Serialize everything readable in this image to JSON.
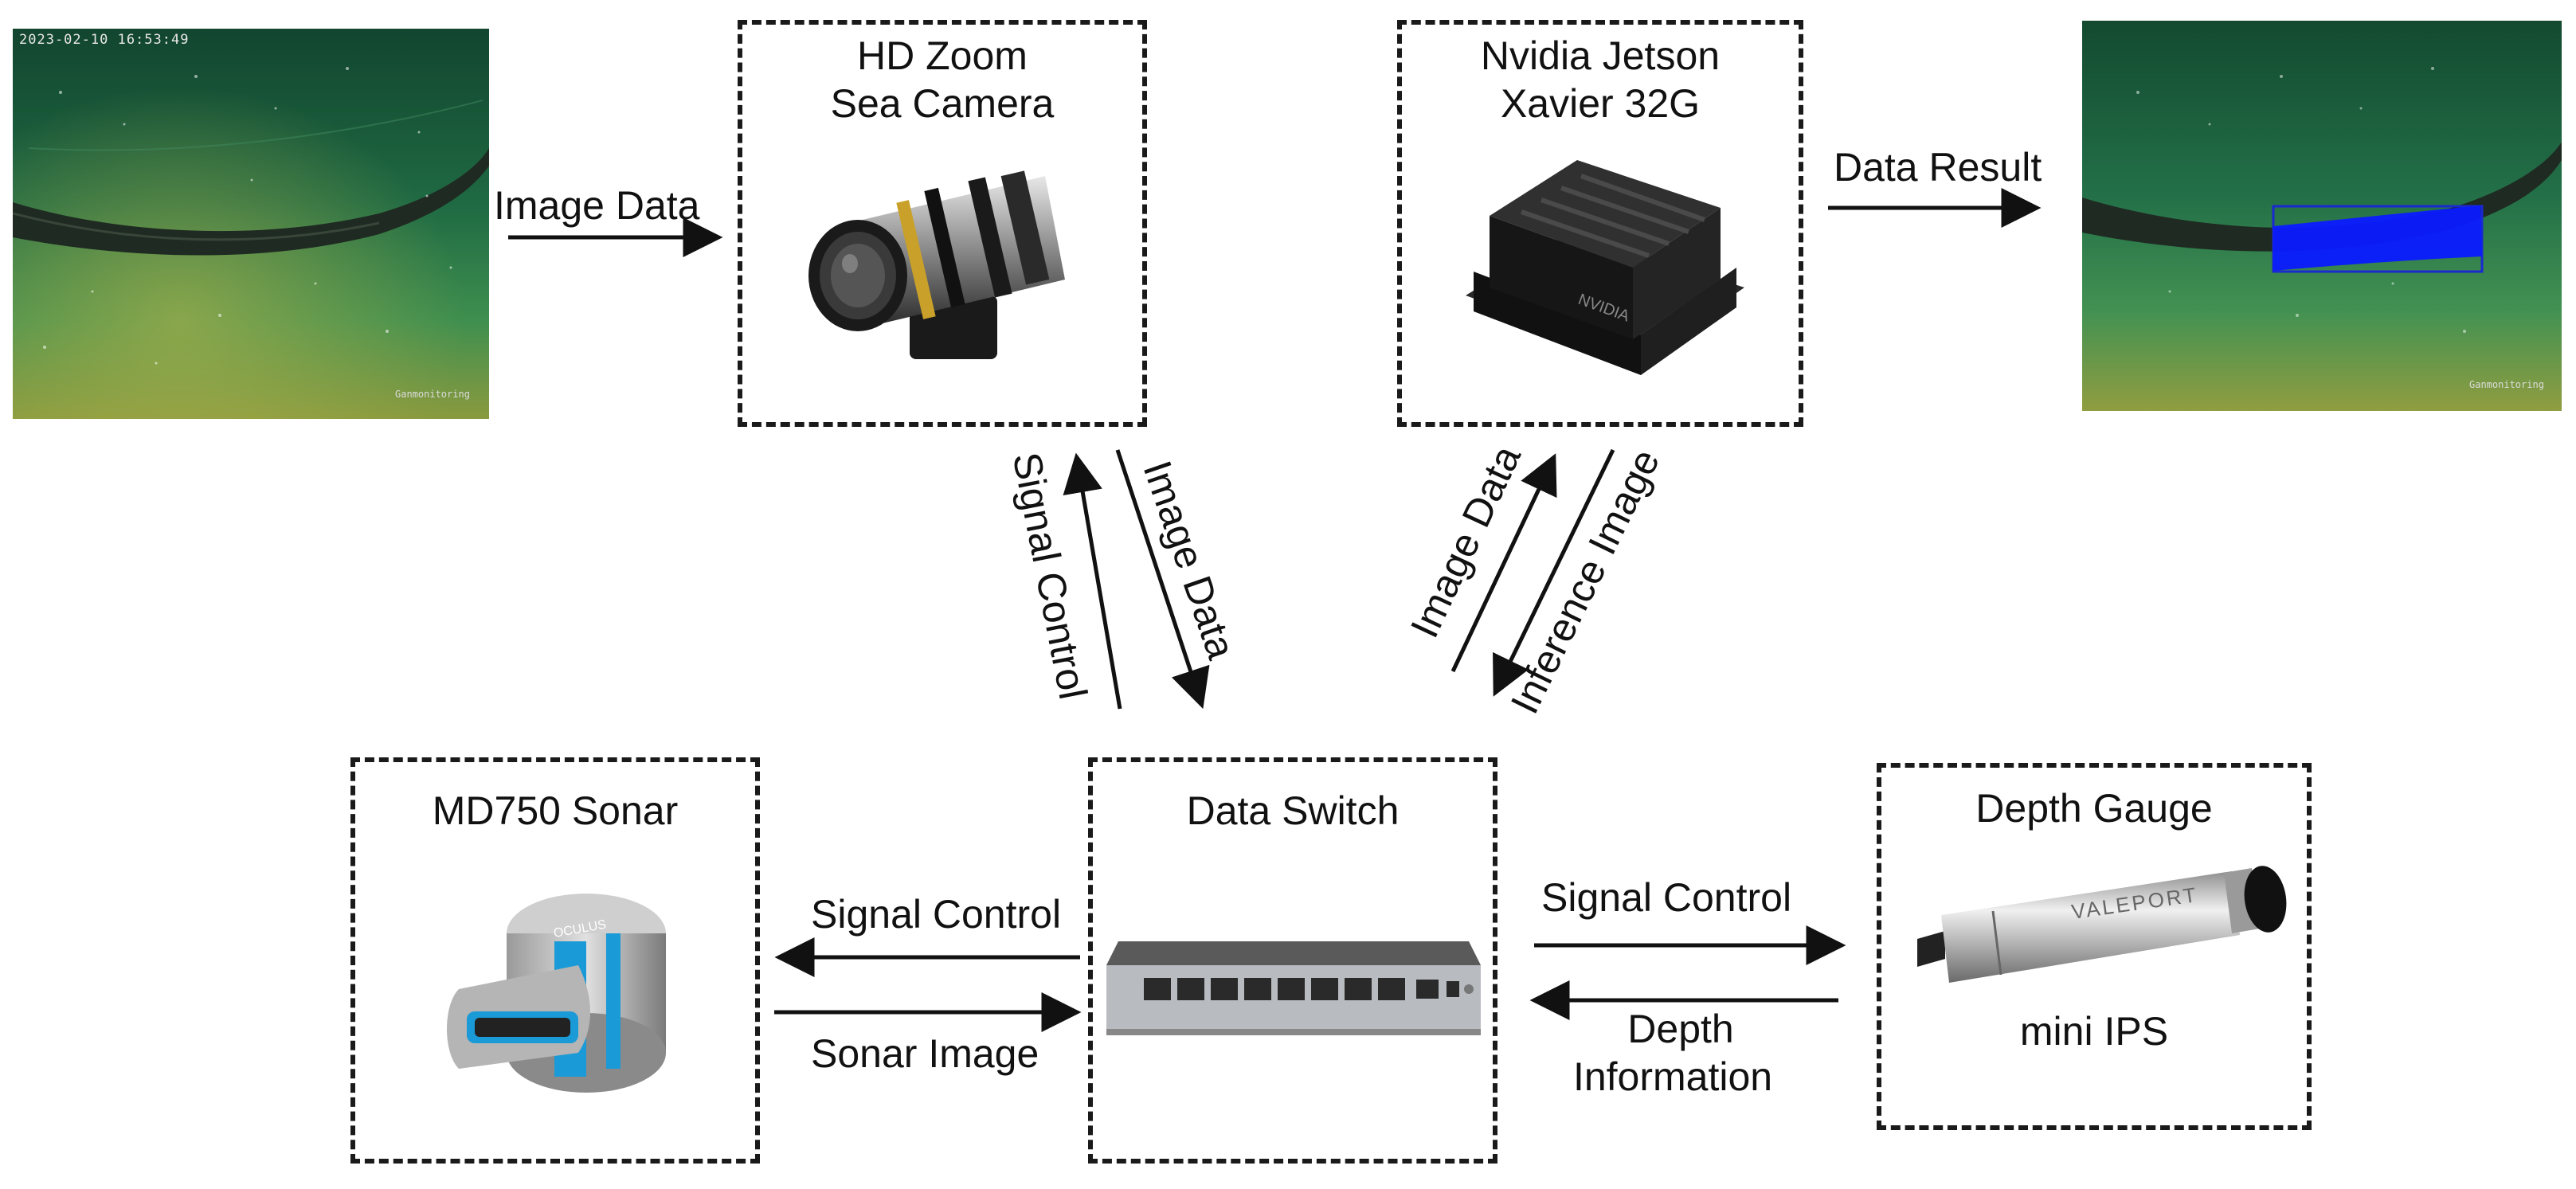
{
  "nodes": {
    "camera": {
      "title_line1": "HD Zoom",
      "title_line2": "Sea Camera"
    },
    "jetson": {
      "title_line1": "Nvidia Jetson",
      "title_line2": "Xavier 32G",
      "brand": "NVIDIA"
    },
    "sonar": {
      "title": "MD750 Sonar",
      "brand": "OCULUS"
    },
    "switch": {
      "title": "Data Switch"
    },
    "depth": {
      "title": "Depth Gauge",
      "subtitle": "mini IPS",
      "brand": "VALEPORT"
    }
  },
  "photos": {
    "input_timestamp": "2023-02-10 16:53:49",
    "input_watermark": "Ganmonitoring",
    "output_watermark": "Ganmonitoring"
  },
  "edges": {
    "input_to_camera": "Image Data",
    "jetson_to_result": "Data Result",
    "switch_to_camera": "Signal Control",
    "camera_to_switch": "Image Data",
    "switch_to_jetson": "Image Data",
    "jetson_to_switch": "Inference Image",
    "switch_to_sonar": "Signal Control",
    "sonar_to_switch": "Sonar Image",
    "switch_to_depth": "Signal Control",
    "depth_to_switch_line1": "Depth",
    "depth_to_switch_line2": "Information"
  },
  "colors": {
    "detection_fill": "#0a1aff",
    "sonar_accent": "#1a9ad6",
    "water_green": "#2f8a55",
    "jetson_body": "#1c1c1c"
  }
}
